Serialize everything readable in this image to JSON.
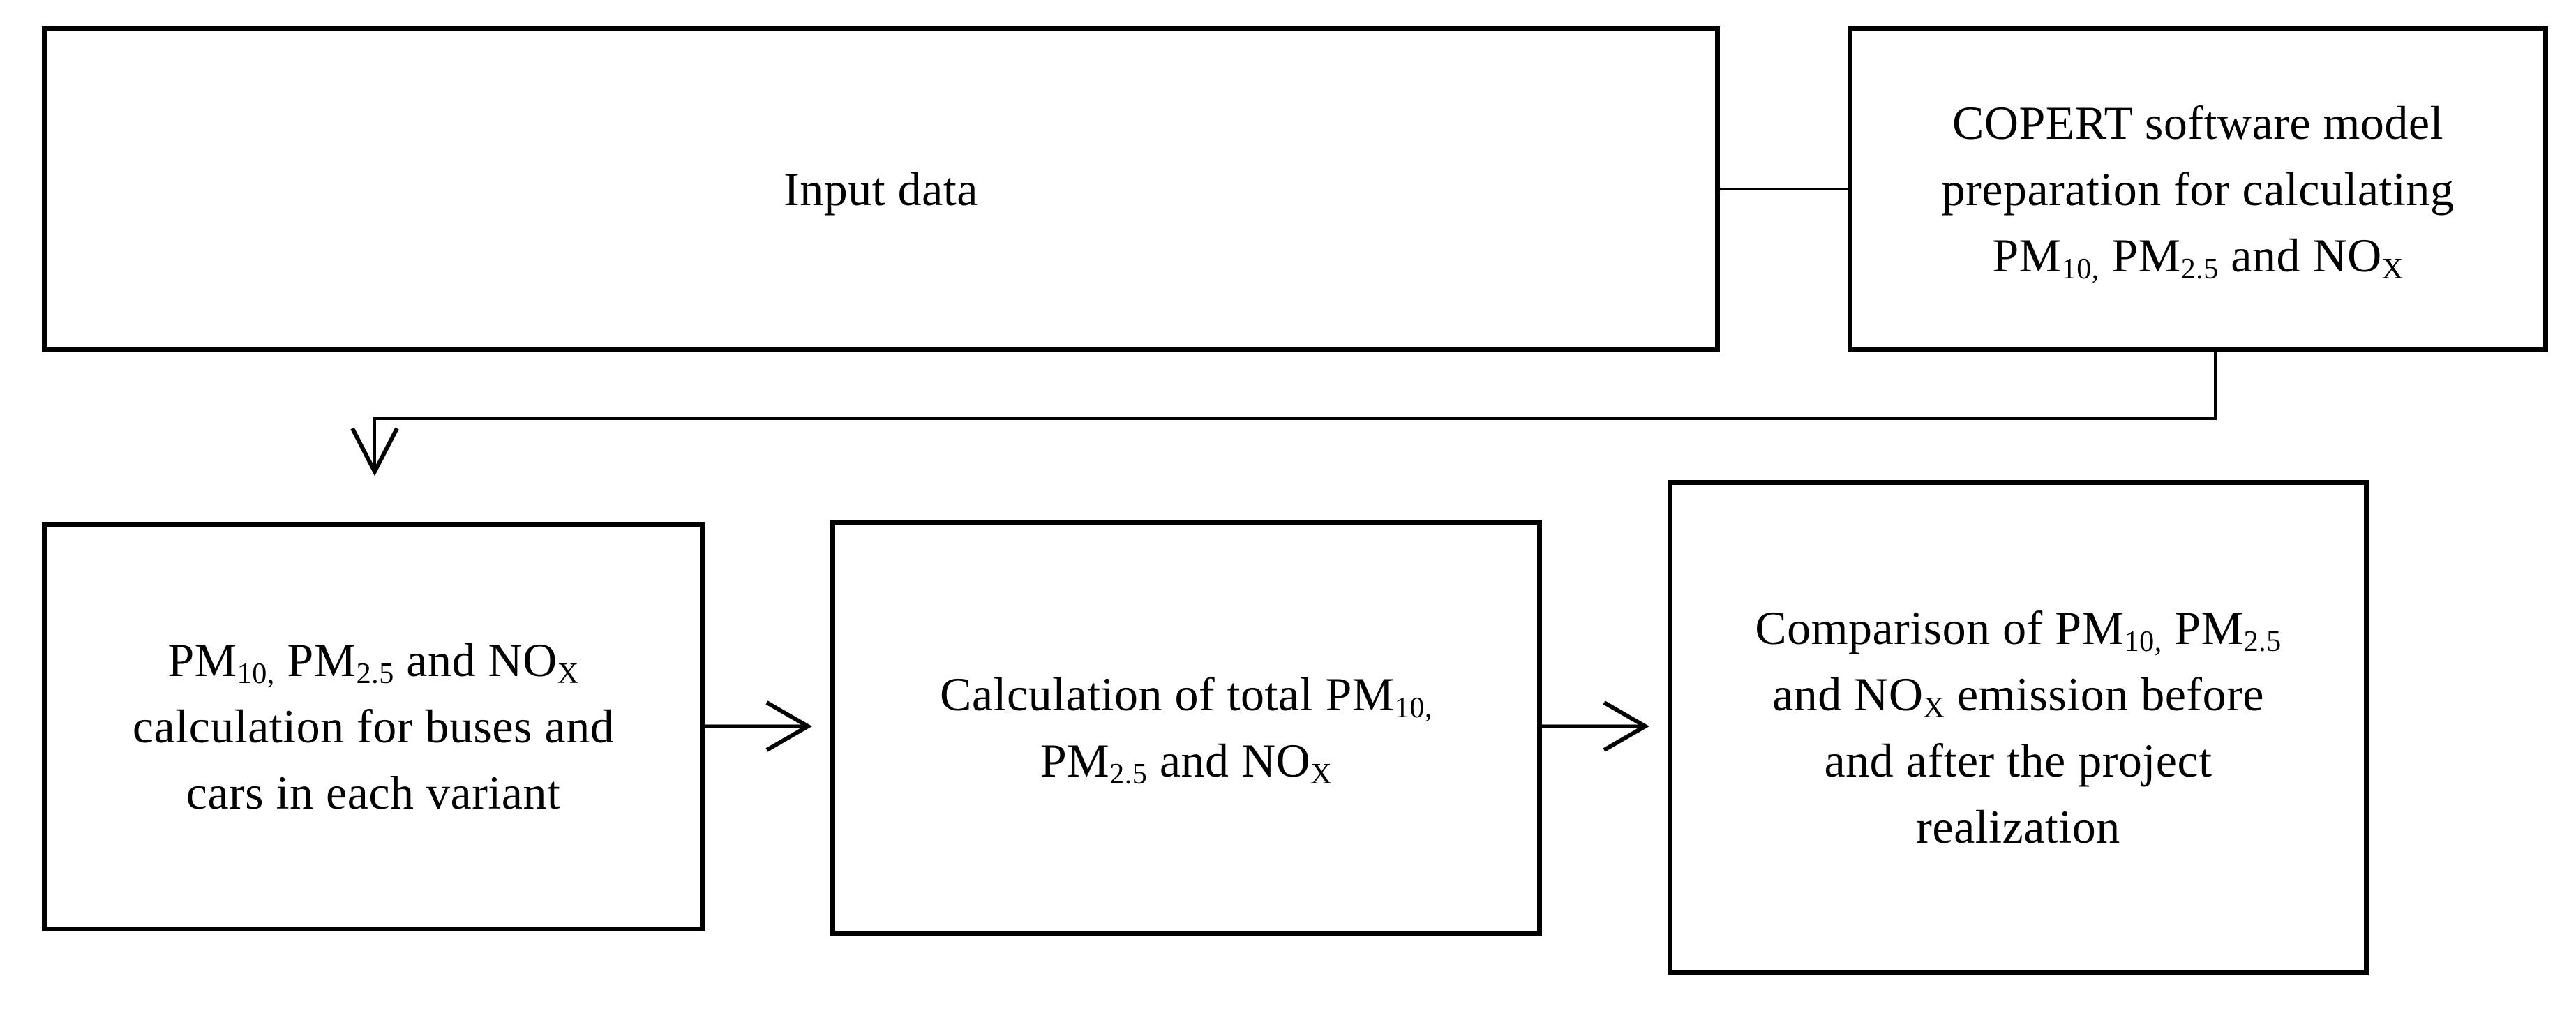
{
  "canvas": {
    "background_color": "#ffffff",
    "line_color": "#000000",
    "text_color": "#000000"
  },
  "boxes": {
    "input_data": {
      "text": "Input data",
      "lines": [
        [
          {
            "t": "Input data"
          }
        ]
      ]
    },
    "copert_model": {
      "text": "COPERT software model preparation for calculating PM10, PM2.5 and NOX",
      "lines": [
        [
          {
            "t": "COPERT software model"
          }
        ],
        [
          {
            "t": "preparation for calculating"
          }
        ],
        [
          {
            "t": "PM"
          },
          {
            "t": "10,",
            "sub": true
          },
          {
            "t": " PM"
          },
          {
            "t": "2.5",
            "sub": true
          },
          {
            "t": " and NO"
          },
          {
            "t": "X",
            "sub": true
          }
        ]
      ]
    },
    "pm_calculation_variants": {
      "text": "PM10, PM2.5 and NOX calculation for buses and cars in each variant",
      "lines": [
        [
          {
            "t": "PM"
          },
          {
            "t": "10,",
            "sub": true
          },
          {
            "t": " PM"
          },
          {
            "t": "2.5",
            "sub": true
          },
          {
            "t": " and NO"
          },
          {
            "t": "X",
            "sub": true
          }
        ],
        [
          {
            "t": "calculation for buses and"
          }
        ],
        [
          {
            "t": "cars in each variant"
          }
        ]
      ]
    },
    "total_calculation": {
      "text": "Calculation of total PM10, PM2.5 and NOX",
      "lines": [
        [
          {
            "t": "Calculation of total PM"
          },
          {
            "t": "10,",
            "sub": true
          }
        ],
        [
          {
            "t": "PM"
          },
          {
            "t": "2.5",
            "sub": true
          },
          {
            "t": " and NO"
          },
          {
            "t": "X",
            "sub": true
          }
        ]
      ]
    },
    "comparison": {
      "text": "Comparison of PM10, PM2.5 and NOX emission before and after the project realization",
      "lines": [
        [
          {
            "t": "Comparison of PM"
          },
          {
            "t": "10,",
            "sub": true
          },
          {
            "t": " PM"
          },
          {
            "t": "2.5",
            "sub": true
          }
        ],
        [
          {
            "t": "and NO"
          },
          {
            "t": "X",
            "sub": true
          },
          {
            "t": " emission before"
          }
        ],
        [
          {
            "t": "and after the project"
          }
        ],
        [
          {
            "t": "realization"
          }
        ]
      ]
    }
  },
  "connectors": [
    {
      "name": "input-to-copert",
      "from": "input_data",
      "to": "copert_model",
      "style": "plain-line",
      "arrowhead": "none"
    },
    {
      "name": "copert-to-pm-calculation",
      "from": "copert_model",
      "to": "pm_calculation_variants",
      "style": "elbow",
      "arrowhead": "open-chevron-down"
    },
    {
      "name": "pm-calculation-to-total",
      "from": "pm_calculation_variants",
      "to": "total_calculation",
      "style": "straight",
      "arrowhead": "open-chevron-right"
    },
    {
      "name": "total-to-comparison",
      "from": "total_calculation",
      "to": "comparison",
      "style": "straight",
      "arrowhead": "open-chevron-right"
    }
  ]
}
